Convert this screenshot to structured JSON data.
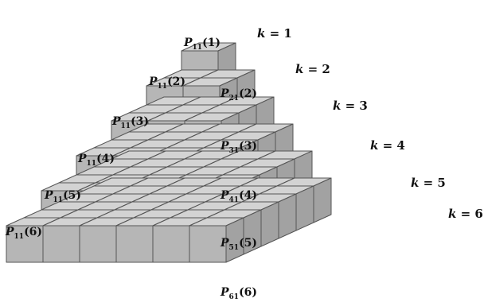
{
  "colors": {
    "background": "#ffffff",
    "cube_top": "#d3d3d3",
    "cube_front": "#b6b6b6",
    "cube_side": "#a2a2a2",
    "edge": "#555555",
    "label": "#111111"
  },
  "layers": [
    {
      "k_label": {
        "var": "k",
        "rest": " = 1"
      }
    },
    {
      "k_label": {
        "var": "k",
        "rest": " = 2"
      }
    },
    {
      "k_label": {
        "var": "k",
        "rest": " = 3"
      }
    },
    {
      "k_label": {
        "var": "k",
        "rest": " = 4"
      }
    },
    {
      "k_label": {
        "var": "k",
        "rest": " = 5"
      }
    },
    {
      "k_label": {
        "var": "k",
        "rest": " = 6"
      }
    }
  ],
  "left_labels": [
    {
      "var": "P",
      "sub": "11",
      "arg": "(1)"
    },
    {
      "var": "P",
      "sub": "11",
      "arg": "(2)"
    },
    {
      "var": "P",
      "sub": "11",
      "arg": "(3)"
    },
    {
      "var": "P",
      "sub": "11",
      "arg": "(4)"
    },
    {
      "var": "P",
      "sub": "11",
      "arg": "(5)"
    },
    {
      "var": "P",
      "sub": "11",
      "arg": "(6)"
    }
  ],
  "center_labels": [
    {
      "var": "P",
      "sub": "21",
      "arg": "(2)"
    },
    {
      "var": "P",
      "sub": "31",
      "arg": "(3)"
    },
    {
      "var": "P",
      "sub": "41",
      "arg": "(4)"
    },
    {
      "var": "P",
      "sub": "51",
      "arg": "(5)"
    },
    {
      "var": "P",
      "sub": "61",
      "arg": "(6)"
    }
  ]
}
